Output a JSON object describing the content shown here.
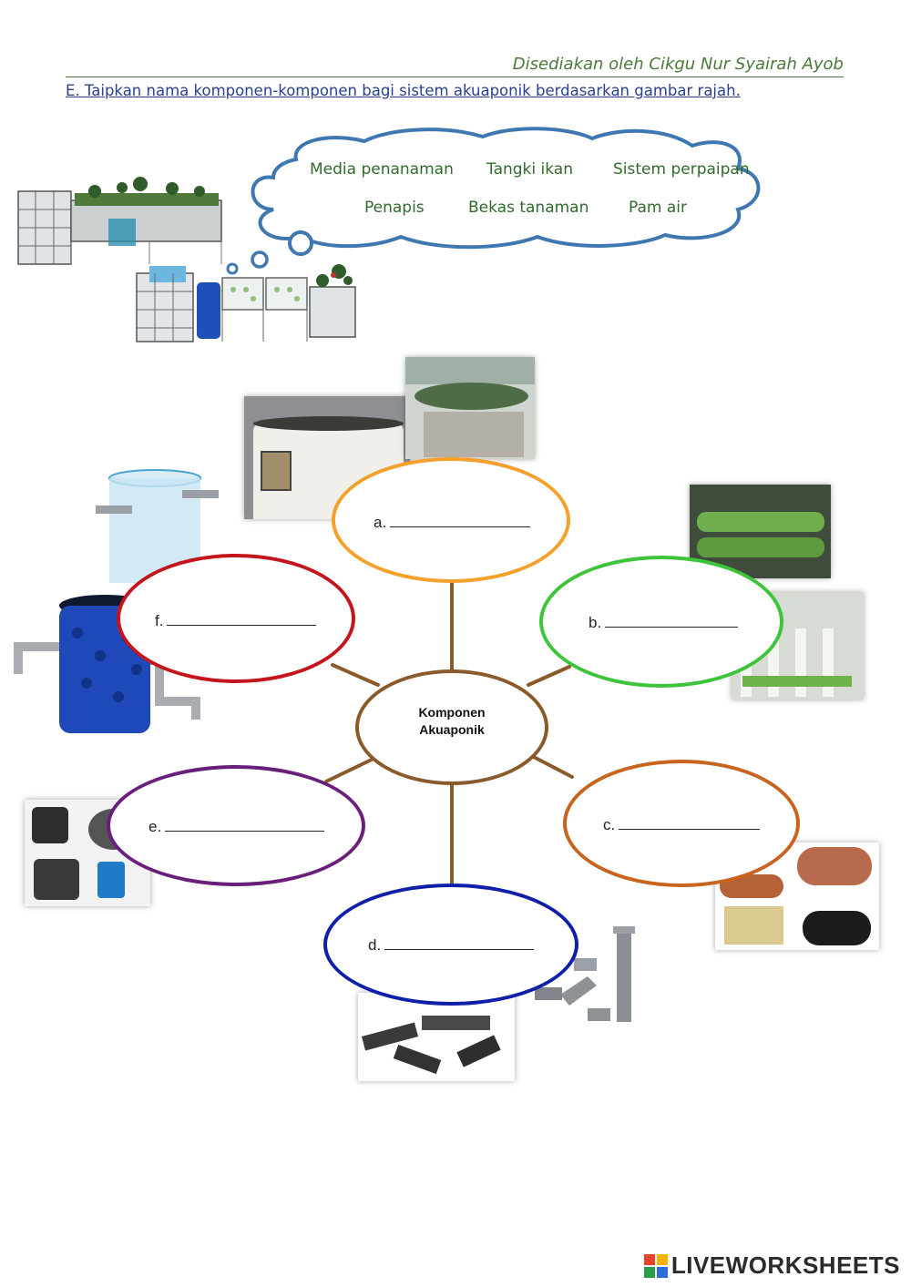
{
  "header": {
    "author": "Disediakan oleh Cikgu Nur Syairah Ayob",
    "instruction": "E. Taipkan nama komponen-komponen bagi sistem akuaponik berdasarkan gambar rajah."
  },
  "word_bank": {
    "words": [
      "Media penanaman",
      "Tangki ikan",
      "Sistem perpaipan",
      "Penapis",
      "Bekas tanaman",
      "Pam air"
    ]
  },
  "diagram": {
    "center": {
      "line1": "Komponen",
      "line2": "Akuaponik"
    },
    "blanks": [
      {
        "label": "a.",
        "color": "#f3a12b"
      },
      {
        "label": "b.",
        "color": "#3dc43a"
      },
      {
        "label": "c.",
        "color": "#c8641e"
      },
      {
        "label": "d.",
        "color": "#0f1fa8"
      },
      {
        "label": "e.",
        "color": "#6a1f7a"
      },
      {
        "label": "f.",
        "color": "#c4141c"
      }
    ],
    "connector_color": "#8b5a2b"
  },
  "footer": {
    "brand": "LIVEWORKSHEETS"
  }
}
